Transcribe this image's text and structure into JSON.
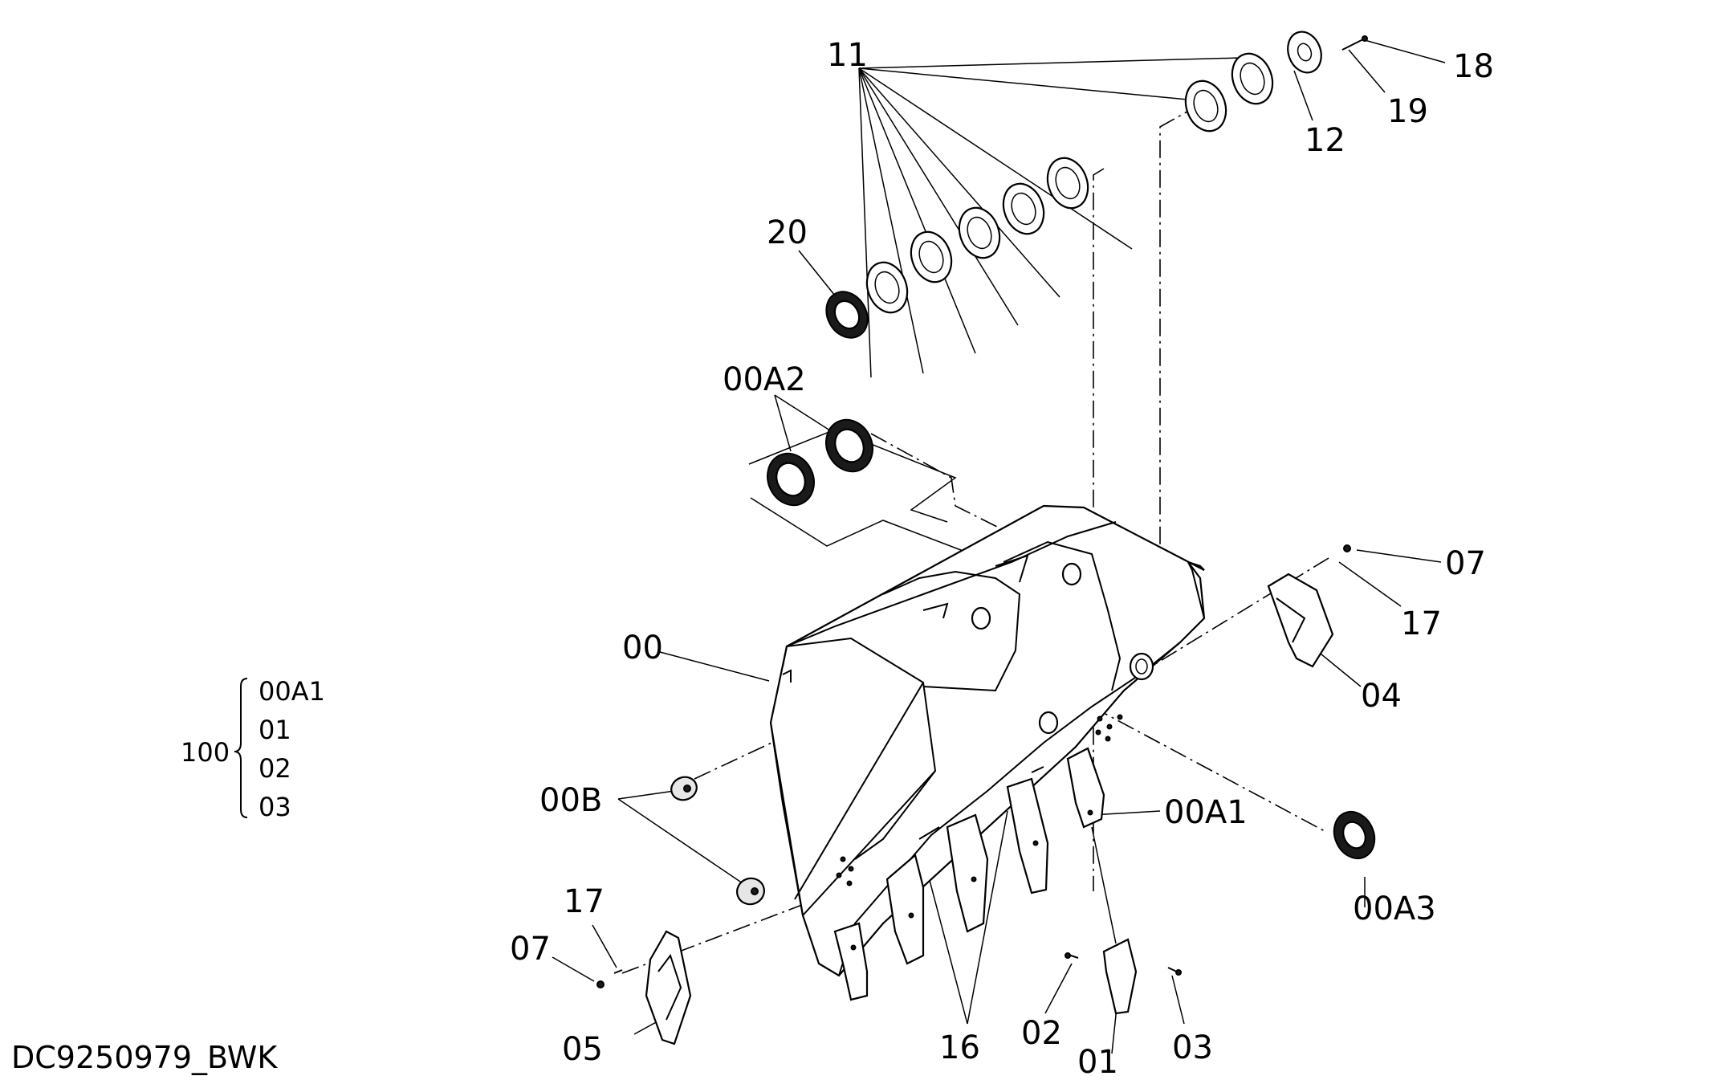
{
  "drawing_code": "DC9250979_BWK",
  "callouts": {
    "p11": "11",
    "p18": "18",
    "p19": "19",
    "p12": "12",
    "p20": "20",
    "p00A2": "00A2",
    "p07_right": "07",
    "p17_right": "17",
    "p04": "04",
    "p00": "00",
    "p00A1": "00A1",
    "p00B": "00B",
    "p00A3": "00A3",
    "p17_left": "17",
    "p07_left": "07",
    "p05": "05",
    "p16": "16",
    "p02": "02",
    "p01": "01",
    "p03": "03"
  },
  "assembly_group": {
    "number": "100",
    "members": [
      "00A1",
      "01",
      "02",
      "03"
    ]
  }
}
